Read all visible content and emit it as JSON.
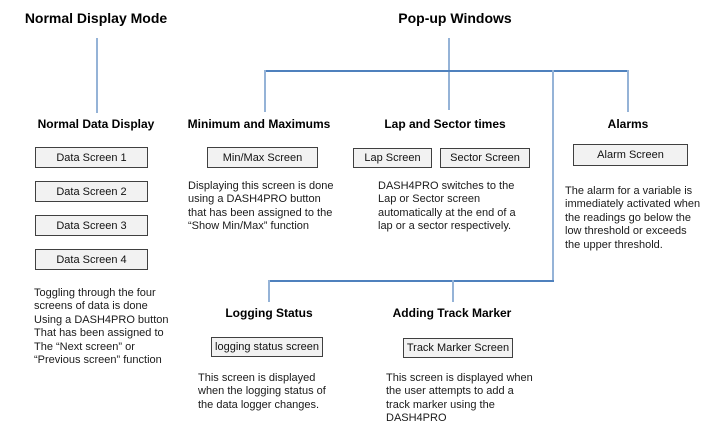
{
  "titles": {
    "normal_display_mode": "Normal Display Mode",
    "popup_windows": "Pop-up Windows"
  },
  "sections": {
    "normal_data_display": {
      "heading": "Normal Data Display",
      "boxes": [
        "Data Screen 1",
        "Data Screen 2",
        "Data Screen 3",
        "Data Screen 4"
      ],
      "description": "Toggling through the four\nscreens of data is done\nUsing a DASH4PRO button\nThat has been assigned to\nThe “Next screen” or\n“Previous screen” function"
    },
    "min_max": {
      "heading": "Minimum and Maximums",
      "box": "Min/Max Screen",
      "description": "Displaying this screen is done\nusing a DASH4PRO button\nthat has been assigned to the\n“Show Min/Max” function"
    },
    "lap_sector": {
      "heading": "Lap and Sector times",
      "boxes": [
        "Lap Screen",
        "Sector Screen"
      ],
      "description": "DASH4PRO switches to the\nLap or Sector screen\nautomatically at the end of a\nlap or a sector respectively."
    },
    "alarms": {
      "heading": "Alarms",
      "box": "Alarm Screen",
      "description": "The alarm for a variable is\nimmediately activated when\nthe readings go below the\nlow threshold or exceeds\nthe upper threshold."
    },
    "logging_status": {
      "heading": "Logging Status",
      "box": "logging status screen",
      "description": "This screen is displayed\nwhen the logging status of\nthe data logger changes."
    },
    "track_marker": {
      "heading": "Adding Track Marker",
      "box": "Track Marker Screen",
      "description": "This screen is displayed when\nthe user attempts to add a\ntrack marker using the\nDASH4PRO"
    }
  },
  "colors": {
    "connector_horizontal": "#4f81bd",
    "connector_vertical": "#95b3d7",
    "box_border": "#404040",
    "box_fill": "#f2f2f2"
  }
}
